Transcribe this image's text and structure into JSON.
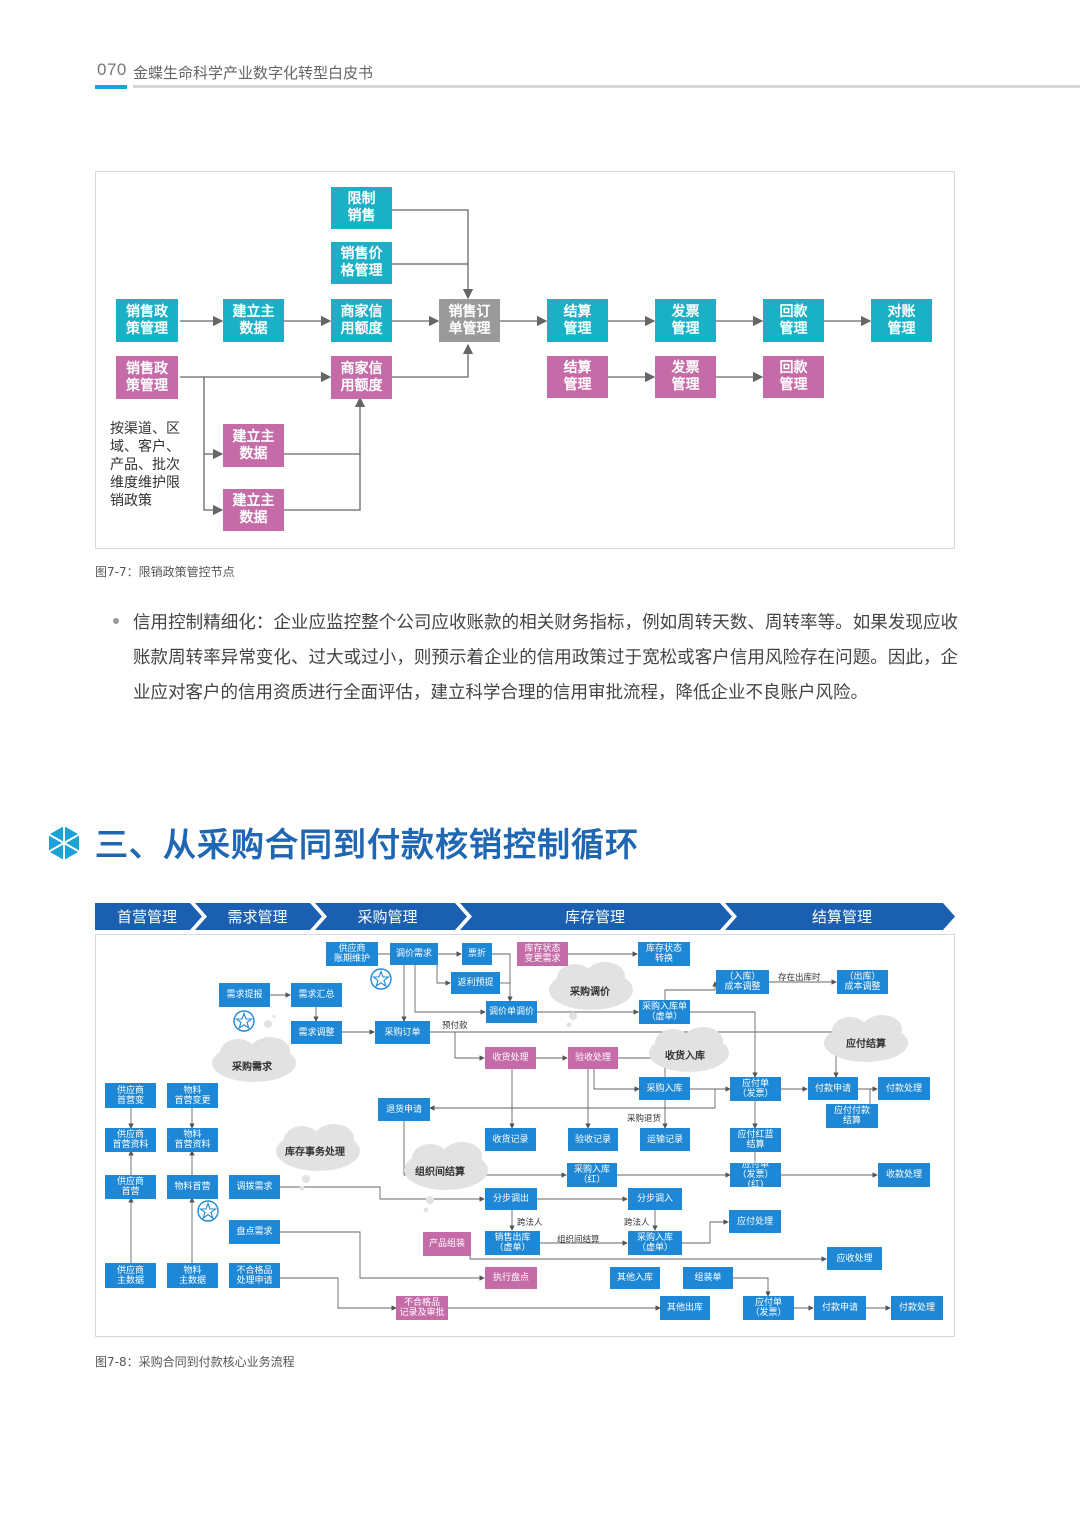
{
  "header": {
    "page_number": "070",
    "title": "金蝶生命科学产业数字化转型白皮书"
  },
  "figure1": {
    "nodes": {
      "limit_sales": "限制\n销售",
      "price_mgmt": "销售价\n格管理",
      "policy_teal": "销售政\n策管理",
      "master_teal": "建立主\n数据",
      "credit_teal": "商家信\n用额度",
      "order": "销售订\n单管理",
      "settle_teal": "结算\n管理",
      "invoice_teal": "发票\n管理",
      "payback_teal": "回款\n管理",
      "reconcile": "对账\n管理",
      "policy_pink": "销售政\n策管理",
      "credit_pink": "商家信\n用额度",
      "settle_pink": "结算\n管理",
      "invoice_pink": "发票\n管理",
      "payback_pink": "回款\n管理",
      "master_pink1": "建立主\n数据",
      "master_pink2": "建立主\n数据"
    },
    "note": "按渠道、区\n域、客户、\n产品、批次\n维度维护限\n销政策",
    "caption": "图7-7：限销政策管控节点"
  },
  "bullet": "信用控制精细化：企业应监控整个公司应收账款的相关财务指标，例如周转天数、周转率等。如果发现应收账款周转率异常变化、过大或过小，则预示着企业的信用政策过于宽松或客户信用风险存在问题。因此，企业应对客户的信用资质进行全面评估，建立科学合理的信用审批流程，降低企业不良账户风险。",
  "section_title": "三、从采购合同到付款核销控制循环",
  "figure2": {
    "banner": [
      "首营管理",
      "需求管理",
      "采购管理",
      "库存管理",
      "结算管理"
    ],
    "boxes": {
      "sup_period": "供应商\n账期维护",
      "price_req": "调价需求",
      "discount": "票折",
      "stock_change": "库存状态\n变更需求",
      "stock_convert": "库存状态\n转换",
      "rebate": "返利预提",
      "in_cost": "（入库）\n成本调整",
      "out_cost": "（出库）\n成本调整",
      "demand_report": "需求提报",
      "demand_sum": "需求汇总",
      "price_order": "调价单调价",
      "purchase_in_virtual": "采购入库单\n（虚单）",
      "demand_adjust": "需求调整",
      "purchase_order": "采购订单",
      "receive": "收货处理",
      "inspect": "验收处理",
      "sup_first_change": "供应商\n首营变",
      "mat_first_change": "物料\n首营变更",
      "purchase_in": "采购入库",
      "payable_invoice": "应付单\n（发票）",
      "pay_request": "付款申请",
      "pay_process": "付款处理",
      "return_req": "退货申请",
      "payable_settle": "应付付款\n结算",
      "sup_first_data": "供应商\n首营资料",
      "mat_first_data": "物料\n首营资料",
      "receive_record": "收货记录",
      "inspect_record": "验收记录",
      "transport_record": "运输记录",
      "payable_redblue": "应付红蓝\n结算",
      "sup_first": "供应商\n首营",
      "mat_first": "物料首营",
      "transfer_req": "调拨需求",
      "purchase_in_red": "采购入库\n（红）",
      "payable_red": "应付单\n（发票）(红)",
      "receipt": "收款处理",
      "step_out": "分步调出",
      "step_in": "分步调入",
      "count_req": "盘点需求",
      "payable_process": "应付处理",
      "product_assembly": "产品组装",
      "sales_out_virtual": "销售出库\n（虚单）",
      "purchase_in_virtual2": "采购入库\n（虚单）",
      "receivable": "应收处理",
      "sup_master": "供应商\n主数据",
      "mat_master": "物料\n主数据",
      "nonconform_req": "不合格品\n处理申请",
      "execute_count": "执行盘点",
      "other_in": "其他入库",
      "assembly_order": "组装单",
      "nonconform_record": "不合格品\n记录及审批",
      "other_out": "其他出库",
      "payable_invoice2": "应付单\n（发票）",
      "pay_request2": "付款申请",
      "pay_process2": "付款处理"
    },
    "labels": {
      "prepay": "预付款",
      "in_out_time": "存在出库时",
      "purchase_return": "采购退货",
      "cross_entity1": "跨法人",
      "cross_entity2": "跨法人",
      "inter_org": "组织间结算"
    },
    "clouds": {
      "purchase_price": "采购调价",
      "purchase_demand": "采购需求",
      "goods_receipt": "收货入库",
      "payable_settlement": "应付结算",
      "inventory_affairs": "库存事务处理",
      "inter_org_settle": "组织间结算"
    },
    "caption": "图7-8：采购合同到付款核心业务流程"
  },
  "colors": {
    "teal": "#1ab1c6",
    "pink": "#c56ba7",
    "gray": "#9a9a9a",
    "blue": "#1e88d6",
    "navy": "#1a5fb0",
    "title": "#1f66b3"
  }
}
